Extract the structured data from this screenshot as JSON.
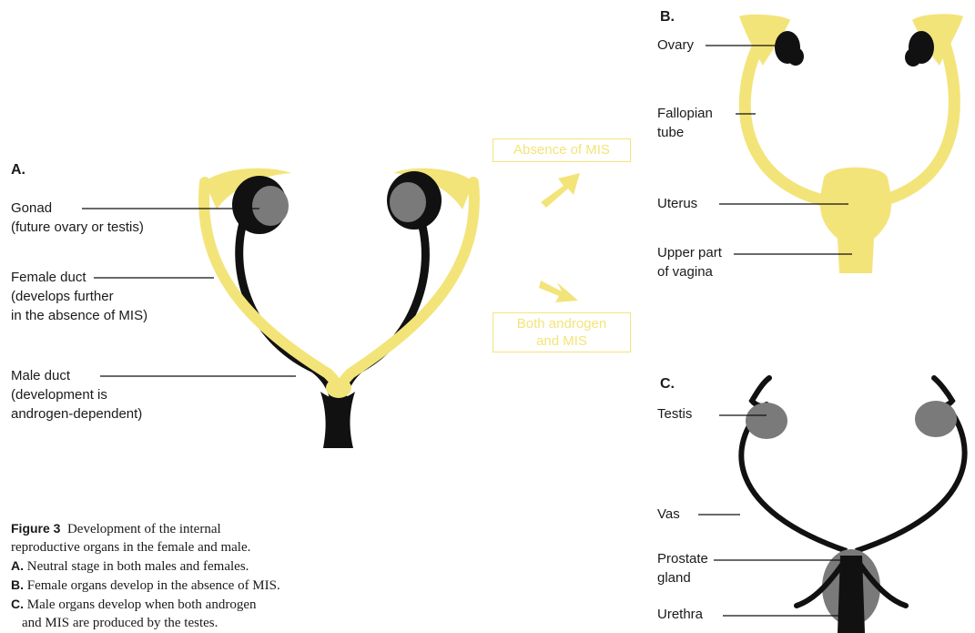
{
  "panel_a": {
    "letter": "A.",
    "gonad": [
      "Gonad",
      "(future ovary or testis)"
    ],
    "female_duct": [
      "Female duct",
      "(develops further",
      "in the absence of MIS)"
    ],
    "male_duct": [
      "Male duct",
      "(development is",
      "androgen-dependent)"
    ]
  },
  "arrows": {
    "absence": "Absence of MIS",
    "both": [
      "Both androgen",
      "and MIS"
    ]
  },
  "panel_b": {
    "letter": "B.",
    "ovary": "Ovary",
    "fallopian": [
      "Fallopian",
      "tube"
    ],
    "uterus": "Uterus",
    "vagina": [
      "Upper part",
      "of vagina"
    ]
  },
  "panel_c": {
    "letter": "C.",
    "testis": "Testis",
    "vas": "Vas",
    "prostate": [
      "Prostate",
      "gland"
    ],
    "urethra": "Urethra"
  },
  "caption": {
    "figure_label": "Figure 3",
    "title_part1": "Development of the internal",
    "title_part2": "reproductive organs in the female and male.",
    "item_a_letter": "A.",
    "item_a_text": "Neutral stage in both males and females.",
    "item_b_letter": "B.",
    "item_b_text": "Female organs develop in the absence of MIS.",
    "item_c_letter": "C.",
    "item_c_text_1": "Male organs develop when both androgen",
    "item_c_text_2": "and MIS are produced by the testes."
  },
  "colors": {
    "yellow": "#f3e47a",
    "black": "#111111",
    "grey": "#7a7a7a"
  }
}
